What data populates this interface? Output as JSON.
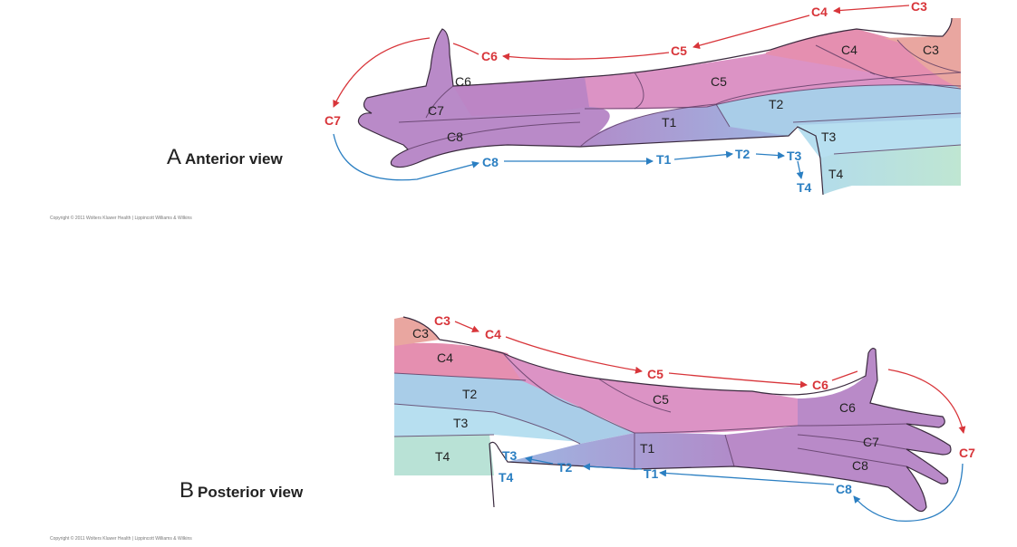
{
  "anterior": {
    "title_letter": "A",
    "title_word": "Anterior view",
    "copyright": "Copyright © 2011 Wolters Kluwer Health | Lippincott Williams & Wilkins",
    "segments": [
      "C3",
      "C4",
      "C5",
      "C6",
      "C7",
      "C8",
      "T1",
      "T2",
      "T3",
      "T4"
    ],
    "pathway_red": [
      "C3",
      "C4",
      "C5",
      "C6",
      "C7"
    ],
    "pathway_blue": [
      "C8",
      "T1",
      "T2",
      "T3",
      "T4"
    ]
  },
  "posterior": {
    "title_letter": "B",
    "title_word": "Posterior view",
    "copyright": "Copyright © 2011 Wolters Kluwer Health | Lippincott Williams & Wilkins",
    "segments": [
      "C3",
      "C4",
      "T2",
      "C5",
      "C6",
      "T3",
      "T1",
      "C7",
      "T4",
      "C8"
    ],
    "pathway_red": [
      "C3",
      "C4",
      "C5",
      "C6",
      "C7"
    ],
    "pathway_blue": [
      "C8",
      "T1",
      "T2",
      "T3",
      "T4"
    ]
  },
  "colors": {
    "cervical_upper": "#e9a6a0",
    "c4": "#e58fb0",
    "c5": "#dc93c5",
    "hand": "#b98ac8",
    "t1": "#a6a5da",
    "t2": "#a9cde8",
    "t3": "#b9e0ea",
    "t4": "#b9e2d6",
    "red_text": "#d8353a",
    "blue_text": "#2b7fc2"
  }
}
